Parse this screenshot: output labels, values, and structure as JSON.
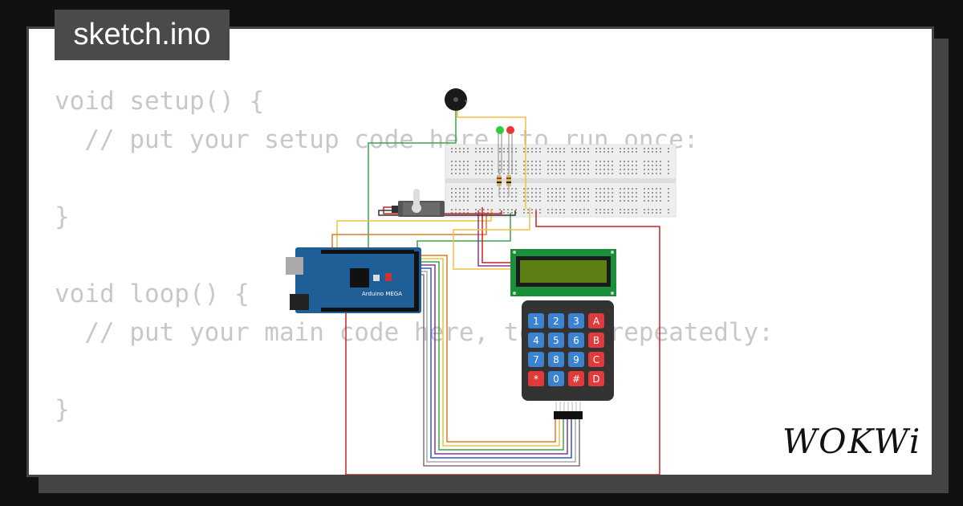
{
  "file_tab": {
    "label": "sketch.ino"
  },
  "code_lines": [
    "void setup() {",
    "  // put your setup code here, to run once:",
    "",
    "}",
    "",
    "void loop() {",
    "  // put your main code here, to run repeatedly:",
    "",
    "}"
  ],
  "brand": {
    "label": "WOKWi"
  },
  "board": {
    "name": "Arduino MEGA"
  },
  "keypad": {
    "keys": [
      "1",
      "2",
      "3",
      "A",
      "4",
      "5",
      "6",
      "B",
      "7",
      "8",
      "9",
      "C",
      "*",
      "0",
      "#",
      "D"
    ]
  },
  "colors": {
    "background": "#111111",
    "panel": "#ffffff",
    "panel_border": "#444444",
    "tab": "#4a4a4a",
    "code_text": "#c8c8c8",
    "board": "#1f5f98",
    "lcd_pcb": "#1a8f3a",
    "lcd_screen": "#5b7f14",
    "keypad_body": "#333333",
    "key_blue": "#3b83d1",
    "key_red": "#e03a3a",
    "breadboard": "#eeeeee"
  },
  "icons": [
    "buzzer-icon",
    "servo-icon",
    "led-green-icon",
    "led-red-icon",
    "resistor-icon"
  ]
}
